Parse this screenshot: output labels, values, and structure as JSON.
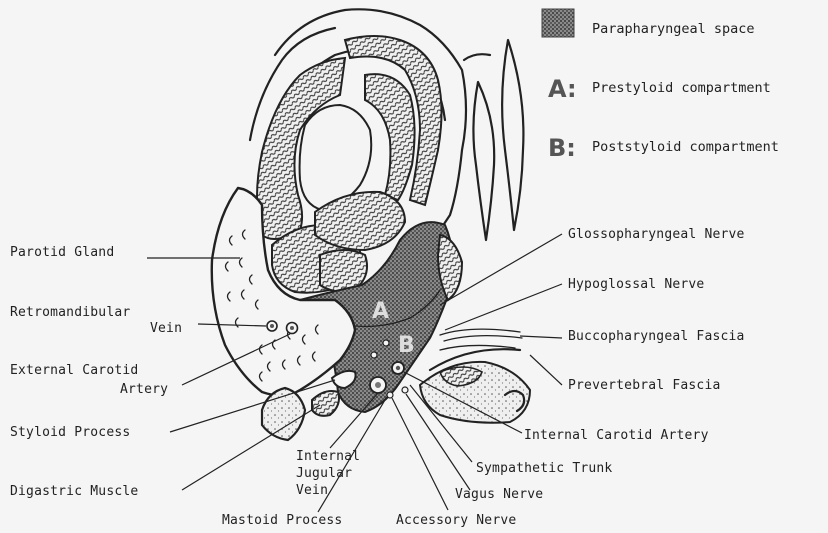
{
  "legend": {
    "space_label": "Parapharyngeal space",
    "a_letter": "A:",
    "a_label": "Prestyloid compartment",
    "b_letter": "B:",
    "b_label": "Poststyloid compartment",
    "space_fill_color": "#6e6e6e"
  },
  "compartment_letters": {
    "a": "A",
    "b": "B"
  },
  "labels_left": {
    "parotid_gland": "Parotid Gland",
    "retromandibular_vein_1": "Retromandibular",
    "retromandibular_vein_2": "Vein",
    "external_carotid_1": "External Carotid",
    "external_carotid_2": "Artery",
    "styloid_process": "Styloid Process",
    "digastric_muscle": "Digastric  Muscle"
  },
  "labels_right": {
    "glossopharyngeal_nerve": "Glossopharyngeal Nerve",
    "hypoglossal_nerve": "Hypoglossal Nerve",
    "buccopharyngeal_fascia": "Buccopharyngeal Fascia",
    "prevertebral_fascia": "Prevertebral Fascia",
    "internal_carotid_artery": "Internal Carotid Artery",
    "sympathetic_trunk": "Sympathetic Trunk",
    "vagus_nerve": "Vagus Nerve"
  },
  "labels_bottom": {
    "internal_jugular_1": "Internal",
    "internal_jugular_2": "Jugular",
    "internal_jugular_3": "Vein",
    "mastoid_process": "Mastoid Process",
    "accessory_nerve": "Accessory Nerve"
  },
  "colors": {
    "ink": "#222222",
    "background": "#f5f5f5",
    "hatch": "#3a3a3a"
  }
}
